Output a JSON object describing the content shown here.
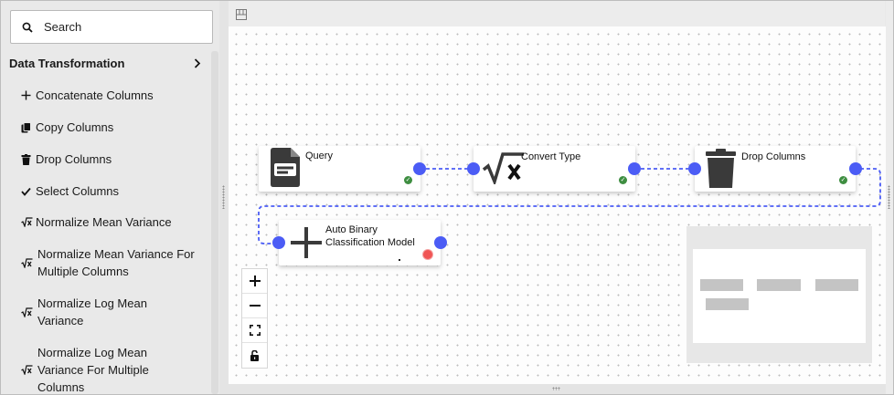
{
  "sidebar": {
    "search": {
      "placeholder": "Search",
      "icon": "search-icon"
    },
    "section": {
      "title": "Data Transformation",
      "icon": "chevron-right-icon"
    },
    "items": [
      {
        "label": "Concatenate Columns",
        "icon": "plus-icon"
      },
      {
        "label": "Copy Columns",
        "icon": "copy-icon"
      },
      {
        "label": "Drop Columns",
        "icon": "trash-icon"
      },
      {
        "label": "Select Columns",
        "icon": "check-icon"
      },
      {
        "label": "Normalize Mean Variance",
        "icon": "sqrt-x-icon"
      },
      {
        "label": "Normalize Mean Variance For Multiple Columns",
        "icon": "sqrt-x-icon"
      },
      {
        "label": "Normalize Log Mean Variance",
        "icon": "sqrt-x-icon"
      },
      {
        "label": "Normalize Log Mean Variance For Multiple Columns",
        "icon": "sqrt-x-icon"
      }
    ]
  },
  "canvas": {
    "nodes": [
      {
        "title": "Query",
        "icon": "document-icon",
        "status": "ok"
      },
      {
        "title": "Convert Type",
        "icon": "sqrt-x-icon",
        "status": "ok"
      },
      {
        "title": "Drop Columns",
        "icon": "trash-icon",
        "status": "ok"
      },
      {
        "title": "Auto Binary Classification Model",
        "icon": "plus-icon",
        "status": "error"
      }
    ],
    "zoom_controls": [
      "zoom-in-icon",
      "zoom-out-icon",
      "fit-view-icon",
      "lock-icon"
    ]
  },
  "colors": {
    "port": "#4b5cf5",
    "edge": "#4b5cf5",
    "ok": "#3e8e41",
    "error": "#f05555"
  }
}
